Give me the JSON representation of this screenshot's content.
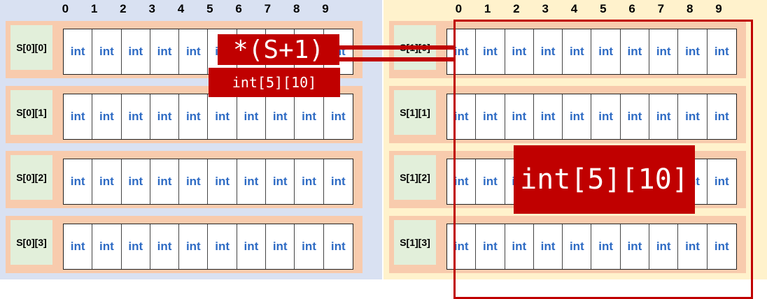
{
  "column_indices": [
    "0",
    "1",
    "2",
    "3",
    "4",
    "5",
    "6",
    "7",
    "8",
    "9"
  ],
  "cell_type": "int",
  "colors": {
    "left_background": "#d9e1f2",
    "right_background": "#fff2cc",
    "row_background": "#f8cbad",
    "label_background": "#e2efda",
    "cell_text": "#2e6bc4",
    "highlight": "#c00000"
  },
  "left_block": {
    "rows": [
      {
        "label": "S[0][0]"
      },
      {
        "label": "S[0][1]"
      },
      {
        "label": "S[0][2]"
      },
      {
        "label": "S[0][3]"
      }
    ]
  },
  "right_block": {
    "rows": [
      {
        "label": "S[1][0]"
      },
      {
        "label": "S[1][1]"
      },
      {
        "label": "S[1][2]"
      },
      {
        "label": "S[1][3]"
      }
    ]
  },
  "annotations": {
    "pointer_expression": "*(S+1)",
    "pointer_type": "int[5][10]",
    "block_type": "int[5][10]"
  }
}
